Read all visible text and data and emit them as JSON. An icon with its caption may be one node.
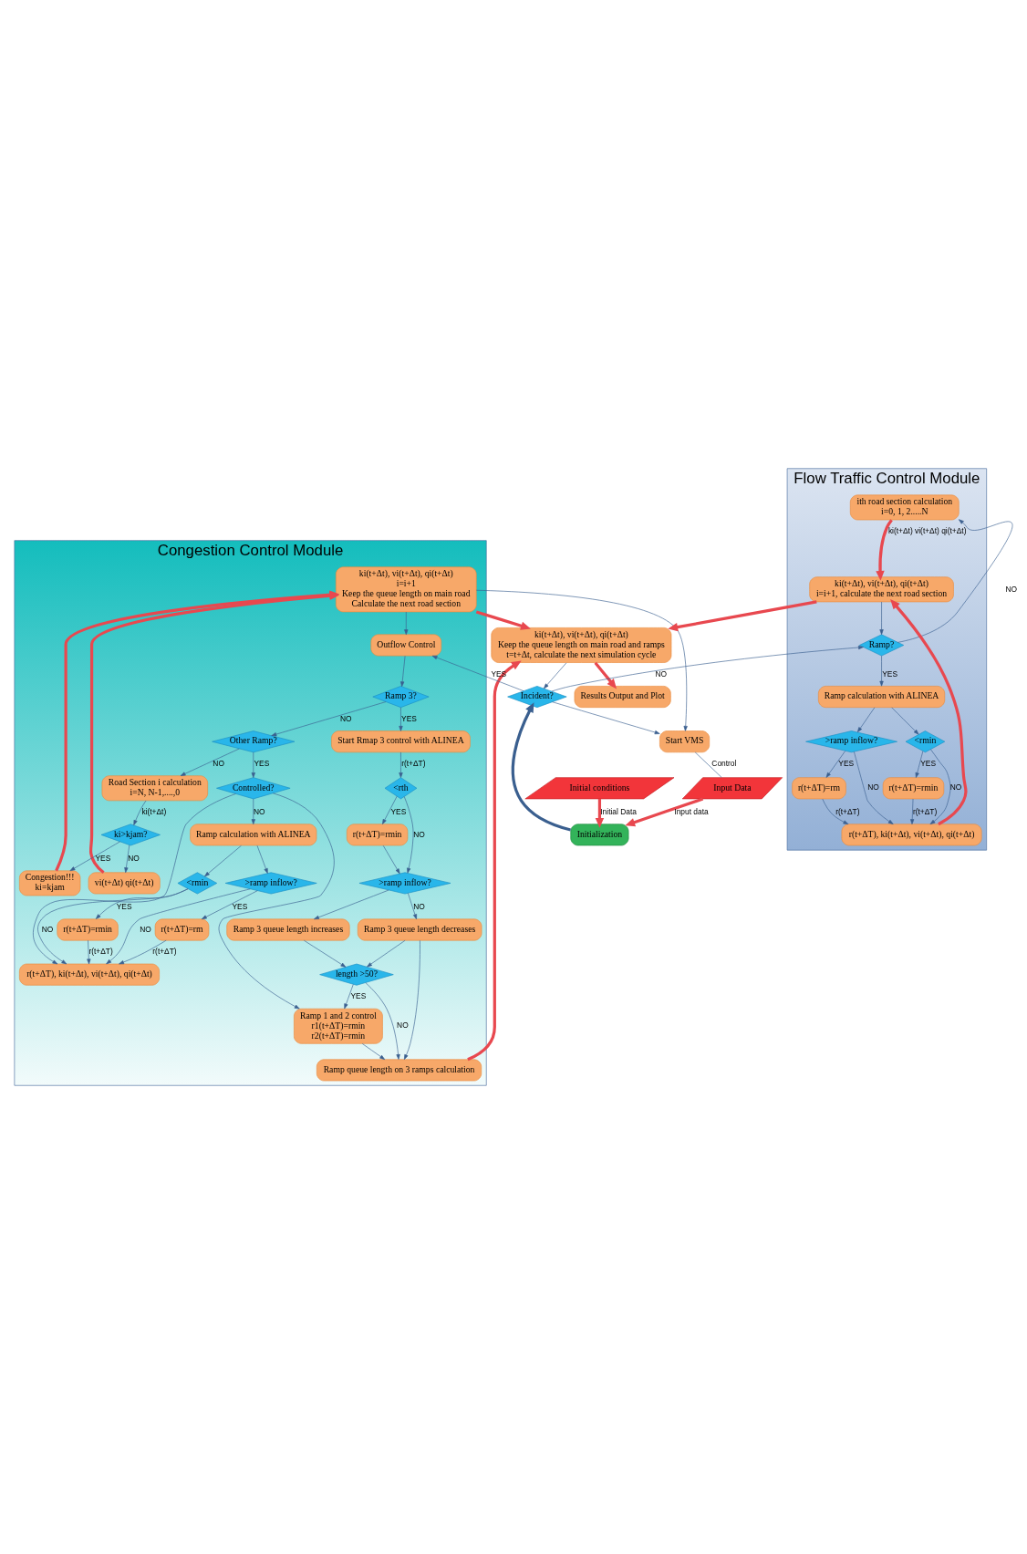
{
  "diagram": {
    "nodes": [
      {
        "text": [
          "Congestion Control Module"
        ]
      },
      {
        "text": [
          "Flow Traffic Control Module"
        ]
      },
      {
        "text": [
          "ki(t+Δt), vi(t+Δt), qi(t+Δt)",
          "i=i+1",
          "Keep the queue length on main road",
          "Calculate the next road section"
        ],
        "in": 0
      },
      {
        "text": [
          "Congestion!!!",
          "ki=kjam"
        ],
        "in": 0
      },
      {
        "text": [
          "vi(t+Δt) qi(t+Δt)"
        ],
        "in": 0
      },
      {
        "text": [
          "ki>kjam?"
        ],
        "in": 0
      },
      {
        "text": [
          "Road Section i calculation",
          "i=N, N-1,....,0"
        ],
        "in": 0
      },
      {
        "text": [
          "r(t+ΔT), ki(t+Δt), vi(t+Δt), qi(t+Δt)"
        ],
        "in": 0
      },
      {
        "text": [
          "<rmin"
        ],
        "in": 0
      },
      {
        "text": [
          "r(t+ΔT)=rmin"
        ],
        "in": 0
      },
      {
        "text": [
          ">ramp inflow?"
        ],
        "in": 0
      },
      {
        "text": [
          "r(t+ΔT)=rm"
        ],
        "in": 0
      },
      {
        "text": [
          "Ramp calculation with ALINEA"
        ],
        "in": 0
      },
      {
        "text": [
          "Ramp queue length on 3 ramps calculation"
        ],
        "in": 0
      },
      {
        "text": [
          "Ramp 1 and 2 control",
          "r1(t+ΔT)=rmin",
          "r2(t+ΔT)=rmin"
        ],
        "in": 0
      },
      {
        "text": [
          "Controlled?"
        ],
        "in": 0
      },
      {
        "text": [
          "Other Ramp?"
        ],
        "in": 0
      },
      {
        "text": [
          "Ramp 3 queue length increases"
        ],
        "in": 0
      },
      {
        "text": [
          "length >50?"
        ],
        "in": 0
      },
      {
        "text": [
          "Ramp 3 queue length decreases"
        ],
        "in": 0
      },
      {
        "text": [
          ">ramp inflow?"
        ],
        "in": 0
      },
      {
        "text": [
          "r(t+ΔT)=rmin"
        ],
        "in": 0
      },
      {
        "text": [
          "<rth"
        ],
        "in": 0
      },
      {
        "text": [
          "Start Rmap 3 control with ALINEA"
        ],
        "in": 0
      },
      {
        "text": [
          "Ramp 3?"
        ],
        "in": 0
      },
      {
        "text": [
          "Outflow Control"
        ],
        "in": 0
      },
      {
        "text": [
          "ith road section calculation",
          "i=0, 1, 2.....N"
        ],
        "in": 1
      },
      {
        "text": [
          "Ramp?"
        ],
        "in": 1
      },
      {
        "text": [
          "ki(t+Δt), vi(t+Δt), qi(t+Δt)",
          "i=i+1, calculate the next road section"
        ],
        "in": 1
      },
      {
        "text": [
          "r(t+ΔT), ki(t+Δt), vi(t+Δt), qi(t+Δt)"
        ],
        "in": 1
      },
      {
        "text": [
          "<rmin"
        ],
        "in": 1
      },
      {
        "text": [
          "r(t+ΔT)=rmin"
        ],
        "in": 1
      },
      {
        "text": [
          ">ramp inflow?"
        ],
        "in": 1
      },
      {
        "text": [
          "r(t+ΔT)=rm"
        ],
        "in": 1
      },
      {
        "text": [
          "Ramp calculation with ALINEA"
        ],
        "in": 1
      },
      {
        "text": [
          "ki(t+Δt), vi(t+Δt), qi(t+Δt)",
          "Keep the queue length on main road and ramps",
          "t=t+Δt, calculate the next simulation cycle"
        ]
      },
      {
        "text": [
          "Results Output and Plot"
        ]
      },
      {
        "text": [
          "Incident?"
        ]
      },
      {
        "text": [
          "Start VMS"
        ]
      },
      {
        "text": [
          "Input Data"
        ]
      },
      {
        "text": [
          "Initialization"
        ]
      },
      {
        "text": [
          "Initial conditions"
        ]
      }
    ],
    "edges": [
      {
        "from": 3,
        "to": 2,
        "arrow": "to",
        "style": "thick",
        "color": "#e8484f"
      },
      {
        "from": 4,
        "to": 2,
        "arrow": "to",
        "style": "thick",
        "color": "#e8484f"
      },
      {
        "from": 5,
        "to": 3,
        "arrow": "to",
        "label": "YES"
      },
      {
        "from": 5,
        "to": 4,
        "arrow": "to",
        "label": "NO"
      },
      {
        "from": 6,
        "to": 5,
        "arrow": "to",
        "label": "ki(t+Δt)"
      },
      {
        "from": 16,
        "to": 6,
        "arrow": "to",
        "label": "NO"
      },
      {
        "from": 16,
        "to": 15,
        "arrow": "to",
        "label": "YES"
      },
      {
        "from": 15,
        "to": 14,
        "arrow": "to"
      },
      {
        "from": 15,
        "to": 7,
        "arrow": "to"
      },
      {
        "from": 15,
        "to": 12,
        "arrow": "to",
        "label": "NO"
      },
      {
        "from": 12,
        "to": 8,
        "arrow": "to"
      },
      {
        "from": 12,
        "to": 10,
        "arrow": "to"
      },
      {
        "from": 8,
        "to": 7,
        "arrow": "to",
        "label": "NO"
      },
      {
        "from": 8,
        "to": 9,
        "arrow": "to",
        "label": "YES"
      },
      {
        "from": 9,
        "to": 7,
        "arrow": "to",
        "label": "r(t+ΔT)"
      },
      {
        "from": 10,
        "to": 7,
        "arrow": "to",
        "label": "NO"
      },
      {
        "from": 10,
        "to": 11,
        "arrow": "to",
        "label": "YES"
      },
      {
        "from": 11,
        "to": 7,
        "arrow": "to",
        "label": "r(t+ΔT)"
      },
      {
        "from": 14,
        "to": 13,
        "arrow": "to"
      },
      {
        "from": 18,
        "to": 14,
        "arrow": "to",
        "label": "YES"
      },
      {
        "from": 17,
        "to": 18,
        "arrow": "to"
      },
      {
        "from": 18,
        "to": 13,
        "arrow": "to",
        "label": "NO"
      },
      {
        "from": 19,
        "to": 18,
        "arrow": "to"
      },
      {
        "from": 19,
        "to": 13,
        "arrow": "to"
      },
      {
        "from": 20,
        "to": 19,
        "arrow": "to",
        "label": "NO"
      },
      {
        "from": 20,
        "to": 17,
        "arrow": "to"
      },
      {
        "from": 22,
        "to": 20,
        "arrow": "to",
        "label": "NO"
      },
      {
        "from": 22,
        "to": 21,
        "arrow": "to",
        "label": "YES"
      },
      {
        "from": 21,
        "to": 20,
        "arrow": "to"
      },
      {
        "from": 23,
        "to": 22,
        "arrow": "to",
        "label": "r(t+ΔT)"
      },
      {
        "from": 24,
        "to": 23,
        "arrow": "to",
        "label": "YES"
      },
      {
        "from": 24,
        "to": 16,
        "arrow": "to",
        "label": "NO"
      },
      {
        "from": 25,
        "to": 24,
        "arrow": "to"
      },
      {
        "from": 2,
        "to": 25,
        "arrow": "to"
      },
      {
        "from": 2,
        "to": 38,
        "arrow": "to"
      },
      {
        "from": 37,
        "to": 25,
        "arrow": "to",
        "label": "YES"
      },
      {
        "from": 37,
        "to": 38,
        "arrow": "to"
      },
      {
        "from": 37,
        "to": 27,
        "arrow": "to",
        "label": "NO"
      },
      {
        "from": 28,
        "to": 27,
        "arrow": "to"
      },
      {
        "from": 27,
        "to": 26,
        "arrow": "to",
        "label": "NO"
      },
      {
        "from": 27,
        "to": 34,
        "arrow": "to",
        "label": "YES"
      },
      {
        "from": 26,
        "to": 28,
        "arrow": "to",
        "label": "ki(t+Δt) vi(t+Δt) qi(t+Δt)",
        "style": "thick",
        "color": "#e8484f"
      },
      {
        "from": 34,
        "to": 30,
        "arrow": "to"
      },
      {
        "from": 34,
        "to": 32,
        "arrow": "to"
      },
      {
        "from": 30,
        "to": 29,
        "arrow": "to",
        "label": "NO"
      },
      {
        "from": 30,
        "to": 31,
        "arrow": "to",
        "label": "YES"
      },
      {
        "from": 31,
        "to": 29,
        "arrow": "to",
        "label": "r(t+ΔT)"
      },
      {
        "from": 32,
        "to": 29,
        "arrow": "to",
        "label": "NO"
      },
      {
        "from": 32,
        "to": 33,
        "arrow": "to",
        "label": "YES"
      },
      {
        "from": 33,
        "to": 29,
        "arrow": "to",
        "label": "r(t+ΔT)"
      },
      {
        "from": 29,
        "to": 28,
        "arrow": "to",
        "style": "thick",
        "color": "#e8484f"
      },
      {
        "from": 2,
        "to": 35,
        "arrow": "to",
        "style": "thick",
        "color": "#e8484f"
      },
      {
        "from": 13,
        "to": 35,
        "arrow": "to",
        "style": "thick",
        "color": "#e8484f"
      },
      {
        "from": 28,
        "to": 35,
        "arrow": "to",
        "style": "thick",
        "color": "#e8484f"
      },
      {
        "from": 35,
        "to": 36,
        "arrow": "to",
        "style": "thick",
        "color": "#e8484f"
      },
      {
        "from": 35,
        "to": 37,
        "arrow": "to"
      },
      {
        "from": 40,
        "to": 37,
        "arrow": "to",
        "style": "thick"
      },
      {
        "from": 39,
        "to": 40,
        "arrow": "to",
        "label": "Input data",
        "style": "thick",
        "color": "#e8484f"
      },
      {
        "from": 41,
        "to": 40,
        "arrow": "to",
        "label": "Initial Data",
        "style": "thick",
        "color": "#e8484f"
      },
      {
        "from": 38,
        "to": 39,
        "arrow": "none",
        "label": "Control"
      }
    ]
  }
}
